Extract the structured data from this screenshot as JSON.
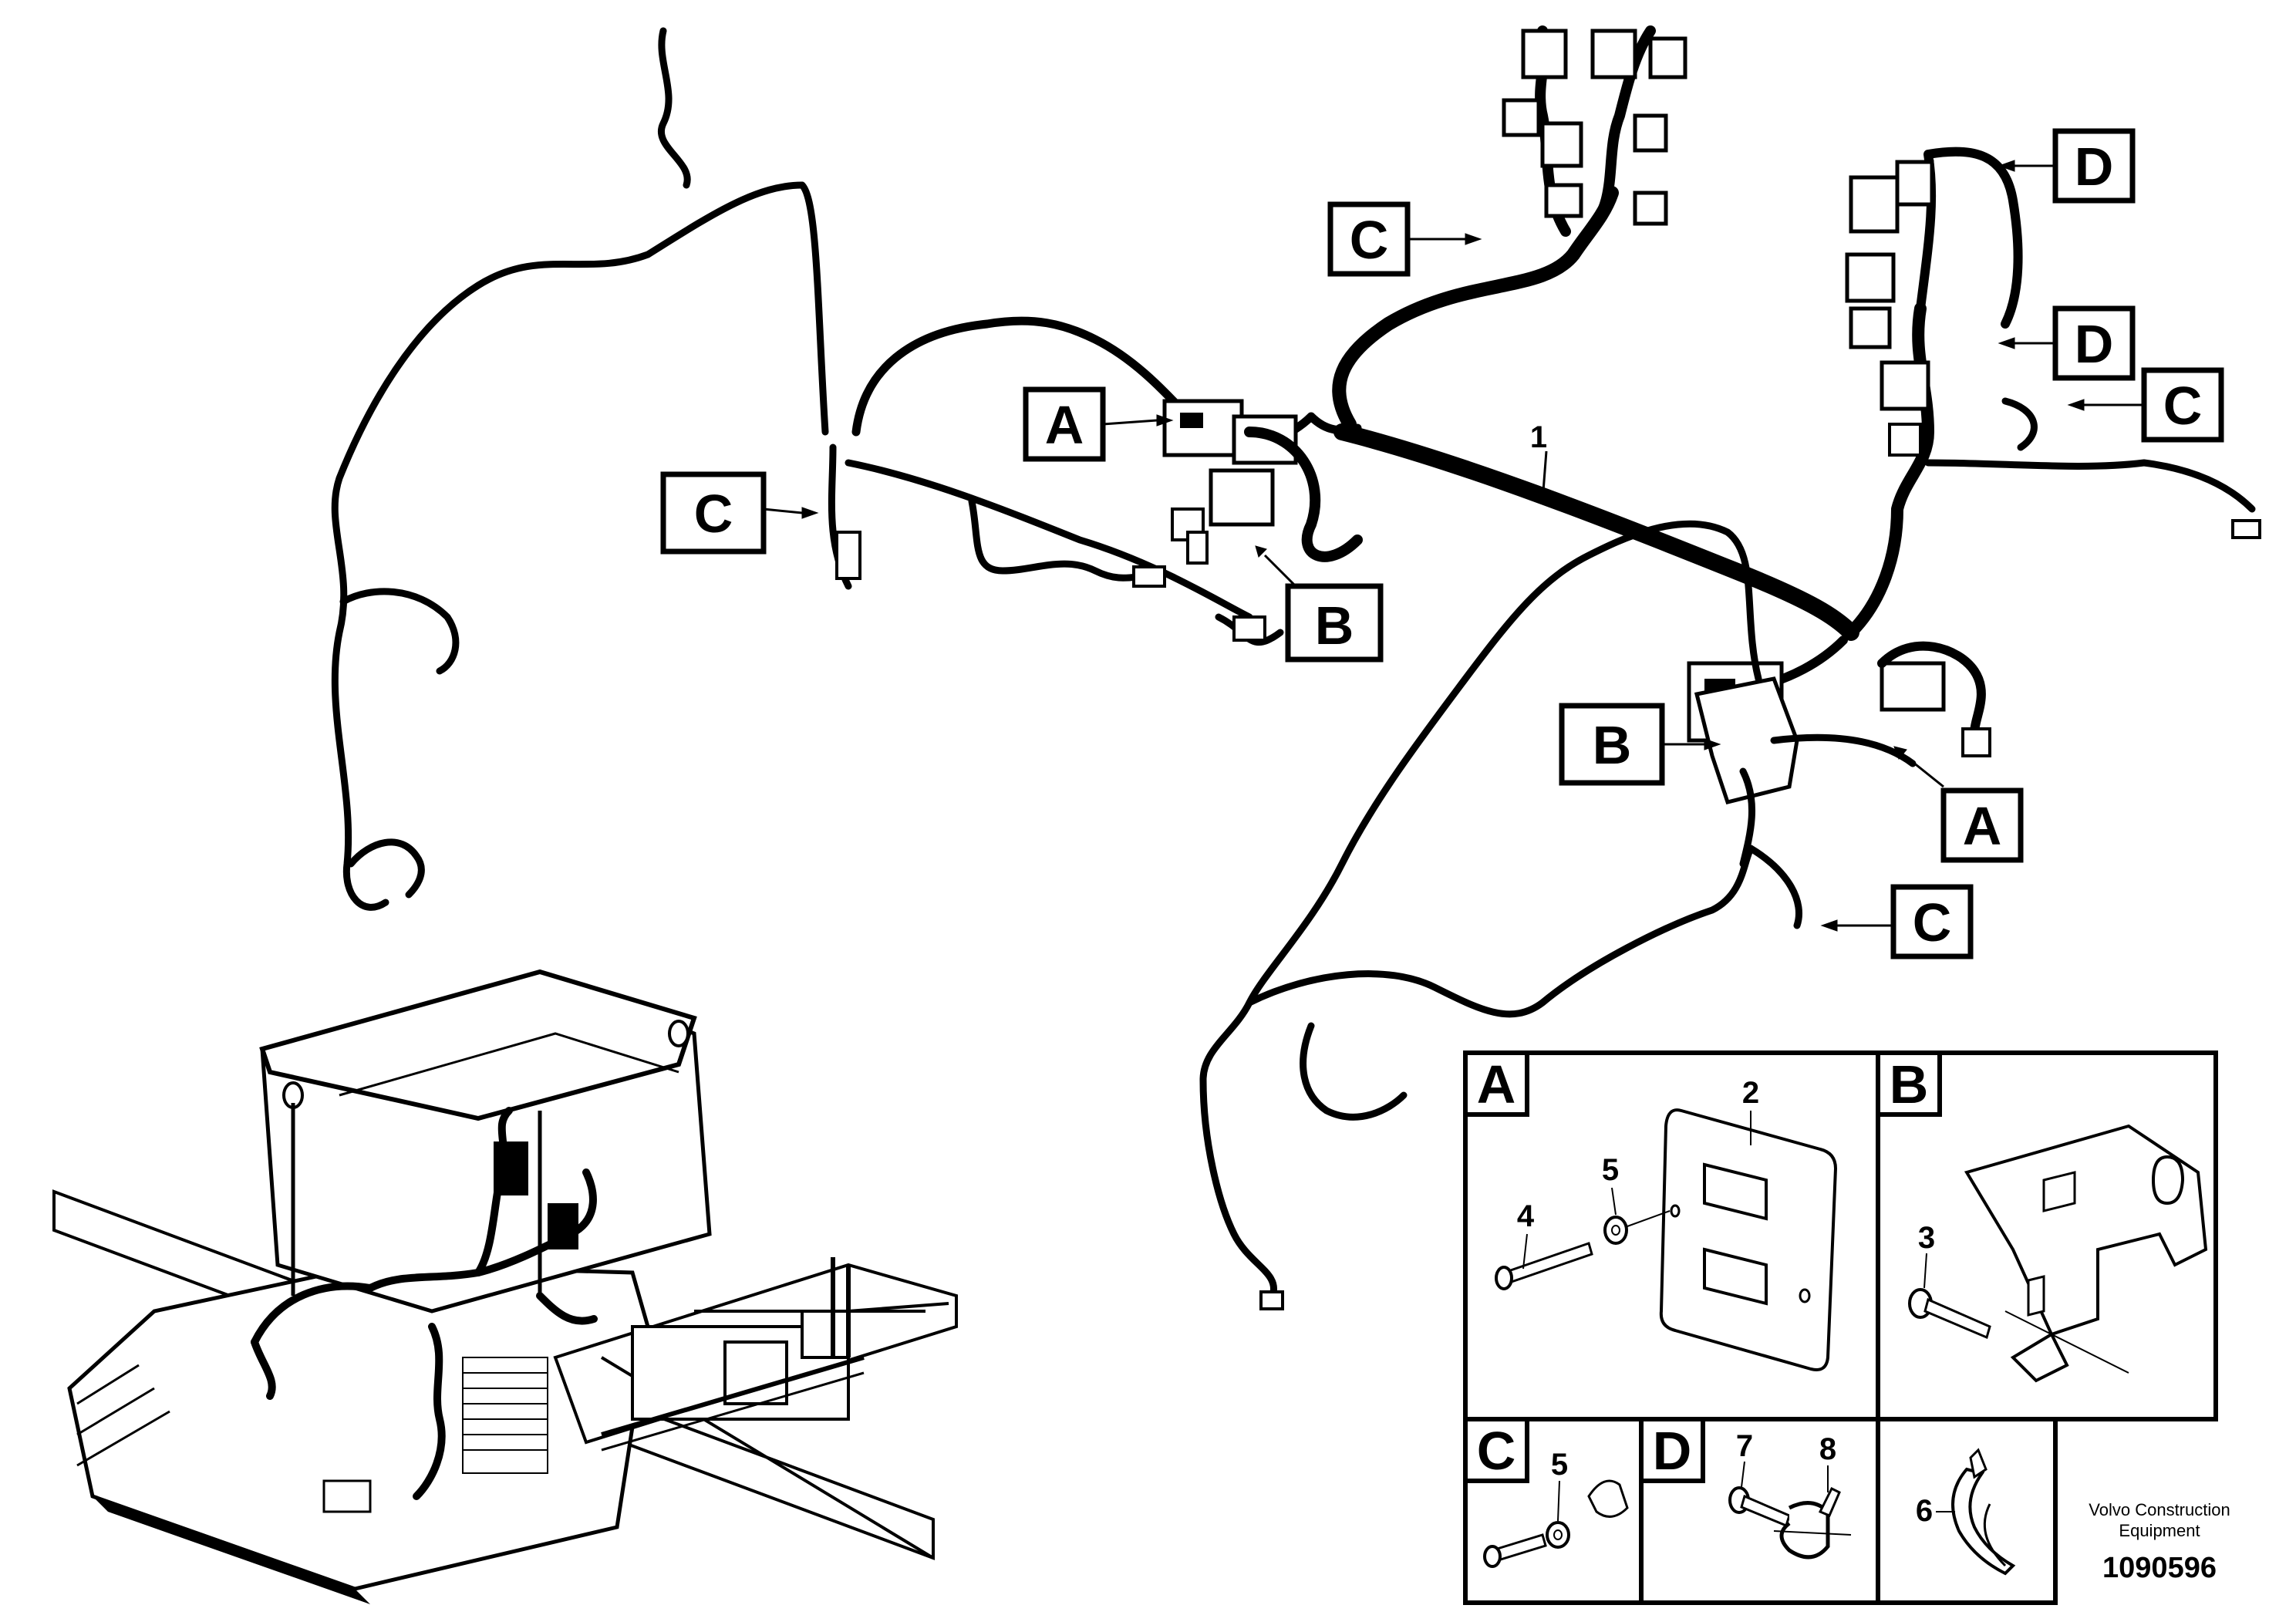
{
  "callouts": {
    "a1": "A",
    "a2": "A",
    "b1": "B",
    "b2": "B",
    "c1": "C",
    "c2": "C",
    "c3": "C",
    "c4": "C",
    "d1": "D",
    "d2": "D"
  },
  "part_numbers": {
    "harness": "1",
    "plate": "2",
    "screw_b": "3",
    "screw_a": "4",
    "washer_a": "5",
    "washer_c": "5",
    "clip_tie": "6",
    "screw_d": "7",
    "clamp_d": "8"
  },
  "detail_panels": {
    "a": "A",
    "b": "B",
    "c": "C",
    "d": "D"
  },
  "footer": {
    "line1": "Volvo Construction",
    "line2": "Equipment",
    "number": "1090596"
  }
}
